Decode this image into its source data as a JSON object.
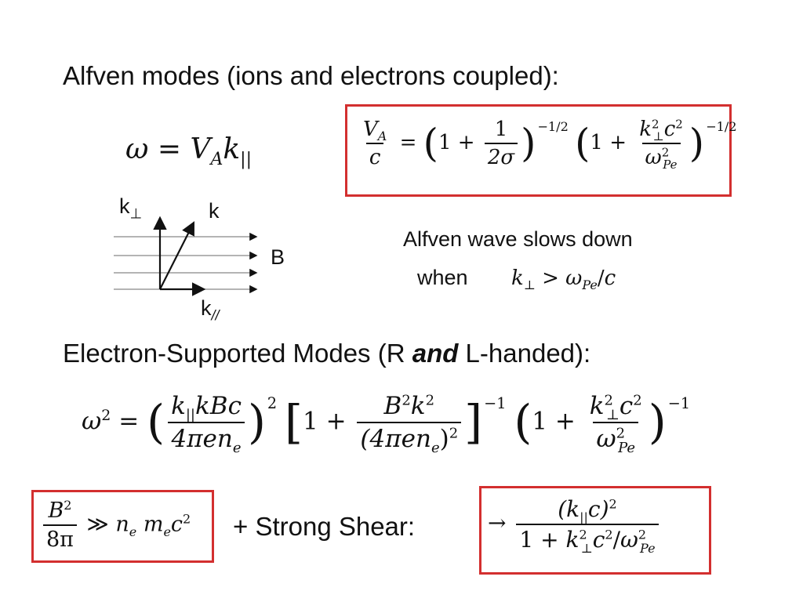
{
  "heading_alfven": "Alfven modes (ions and electrons coupled):",
  "dispersion_alfven": {
    "lhs": "ω",
    "equals": "=",
    "V": "V",
    "V_sub": "A",
    "k": "k",
    "k_sub": "||"
  },
  "va_box": {
    "num": "V",
    "num_sub": "A",
    "den": "c",
    "equals": "=",
    "one": "1",
    "plus": "+",
    "frac1_num": "1",
    "frac1_den": "2σ",
    "exp1": "−1/2",
    "frac2_num_k": "k",
    "frac2_num_sub": "⊥",
    "frac2_num_sup": "2",
    "frac2_num_c": "c",
    "frac2_num_c_sup": "2",
    "frac2_den_w": "ω",
    "frac2_den_sub": "Pe",
    "frac2_den_sup": "2",
    "exp2": "−1/2"
  },
  "vector_diagram": {
    "k_perp": "k",
    "k_perp_sub": "⊥",
    "k": "k",
    "k_par": "k",
    "k_par_sub": "//",
    "B": "B"
  },
  "slowdown_text": "Alfven wave slows down",
  "when_text": "when",
  "condition": {
    "k": "k",
    "k_sub": "⊥",
    "gt": ">",
    "w": "ω",
    "w_sub": "Pe",
    "slash": "/",
    "c": "c"
  },
  "heading_electron": {
    "part1": "Electron-Supported Modes  (R ",
    "and": "and",
    "part2": " L-handed):"
  },
  "electron_eq": {
    "lhs": "ω",
    "lhs_sup": "2",
    "equals": "=",
    "f1_num": "k",
    "f1_num_sub": "||",
    "f1_num_rest": "kBc",
    "f1_den": "4πen",
    "f1_den_sub": "e",
    "exp1": "2",
    "one": "1",
    "plus": "+",
    "f2_num": "B",
    "f2_num_sup": "2",
    "f2_num_k": "k",
    "f2_num_k_sup": "2",
    "f2_den": "(4πen",
    "f2_den_sub": "e",
    "f2_den_close": ")",
    "f2_den_sup": "2",
    "exp2": "−1",
    "f3_num_k": "k",
    "f3_num_sub": "⊥",
    "f3_num_sup": "2",
    "f3_num_c": "c",
    "f3_num_c_sup": "2",
    "f3_den_w": "ω",
    "f3_den_sub": "Pe",
    "f3_den_sup": "2",
    "exp3": "−1"
  },
  "condition_box": {
    "num": "B",
    "num_sup": "2",
    "den": "8π",
    "gg": "≫",
    "n": "n",
    "n_sub": "e",
    "m": "m",
    "m_sub": "e",
    "c": "c",
    "c_sup": "2"
  },
  "strong_shear": "+ Strong Shear:",
  "shear_box": {
    "arrow": "→",
    "num": "(k",
    "num_sub": "||",
    "num_rest": "c)",
    "num_sup": "2",
    "den_one": "1",
    "den_plus": "+",
    "den_k": "k",
    "den_k_sub": "⊥",
    "den_k_sup": "2",
    "den_c": "c",
    "den_c_sup": "2",
    "den_slash": "/",
    "den_w": "ω",
    "den_w_sub": "Pe",
    "den_w_sup": "2"
  },
  "colors": {
    "box_border": "#d32f2f",
    "text": "#111111",
    "background": "#ffffff"
  }
}
